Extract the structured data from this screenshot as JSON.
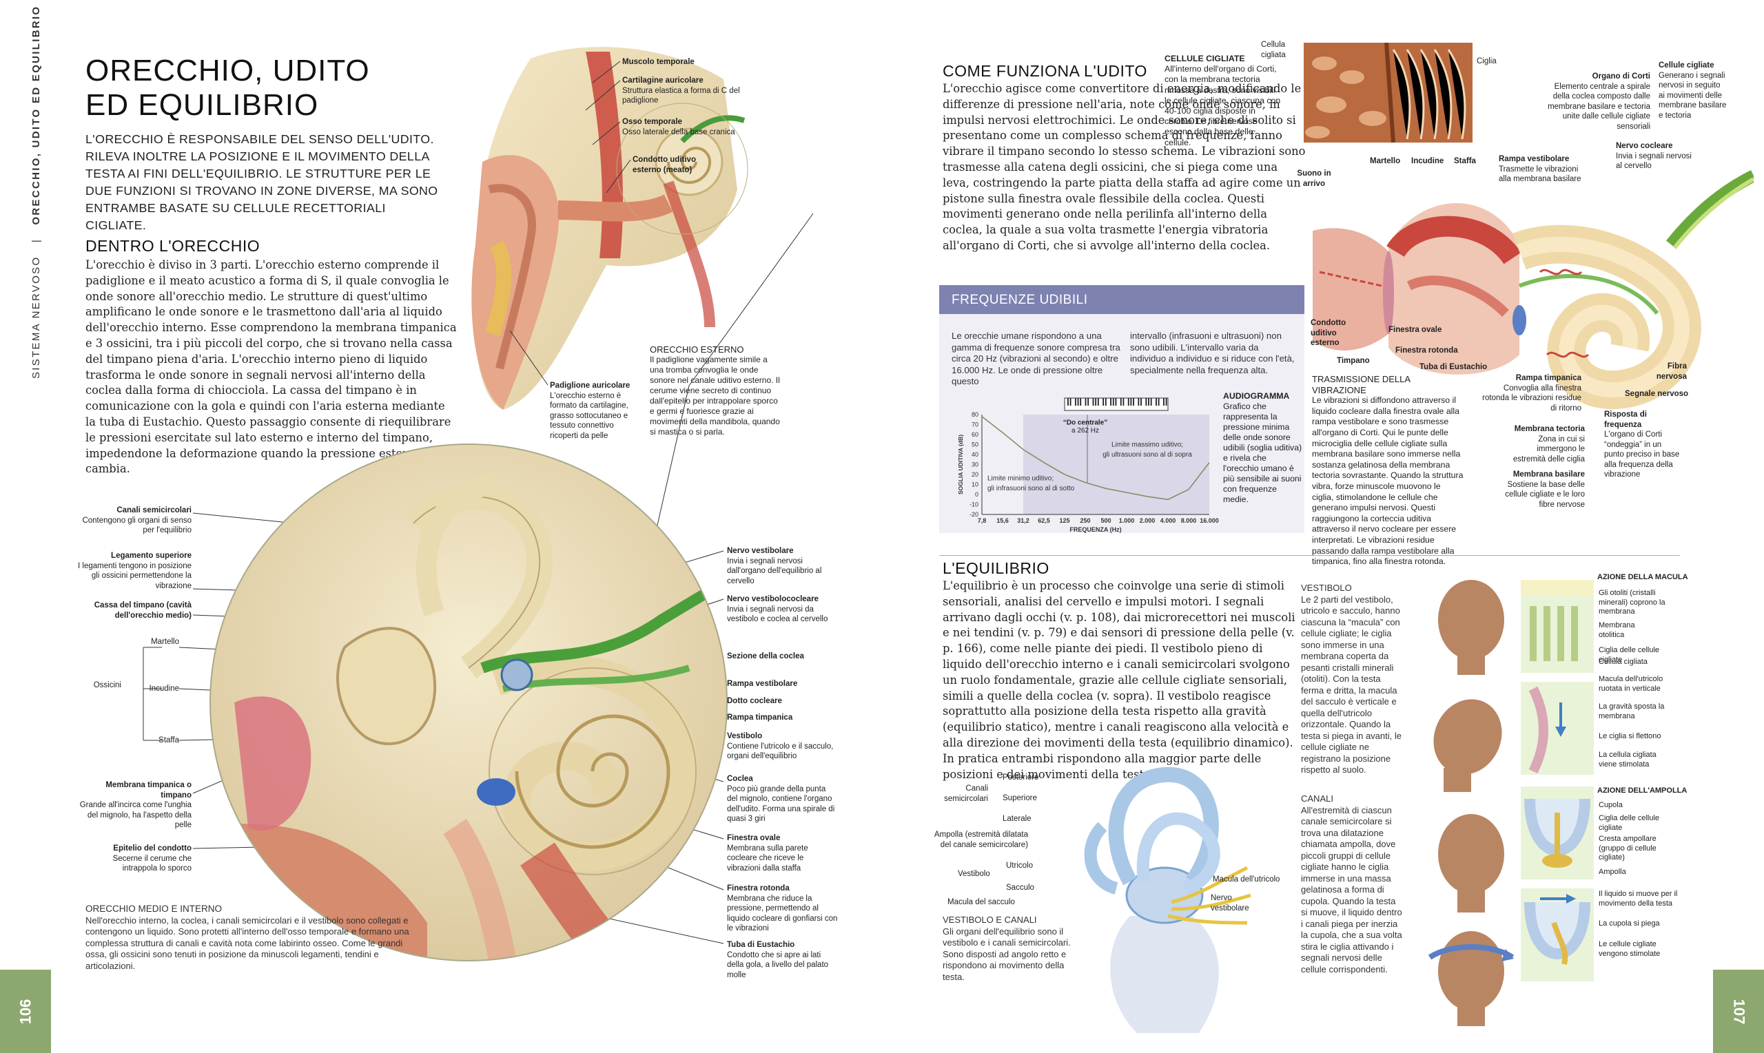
{
  "spine": {
    "section": "SISTEMA NERVOSO",
    "chapter": "ORECCHIO, UDITO ED EQUILIBRIO",
    "separator": "|"
  },
  "page_left": "106",
  "page_right": "107",
  "title": {
    "line1": "ORECCHIO, UDITO",
    "line2": "ED EQUILIBRIO"
  },
  "lead": "L'ORECCHIO È RESPONSABILE DEL SENSO DELL'UDITO. RILEVA INOLTRE LA POSIZIONE E IL MOVIMENTO DELLA TESTA AI FINI DELL'EQUILIBRIO. LE STRUTTURE PER LE DUE FUNZIONI SI TROVANO IN ZONE DIVERSE, MA SONO ENTRAMBE BASATE SU CELLULE RECETTORIALI CIGLIATE.",
  "inner": {
    "heading": "DENTRO L'ORECCHIO",
    "text": "L'orecchio è diviso in 3 parti. L'orecchio esterno comprende il padiglione e il meato acustico a forma di S, il quale convoglia le onde sonore all'orecchio medio. Le strutture di quest'ultimo amplificano le onde sonore e le trasmettono dall'aria al liquido dell'orecchio interno. Esse comprendono la membrana timpanica e 3 ossicini, tra i più piccoli del corpo, che si trovano nella cassa del timpano piena d'aria. L'orecchio interno pieno di liquido trasforma le onde sonore in segnali nervosi all'interno della coclea dalla forma di chiocciola. La cassa del timpano è in comunicazione con la gola e quindi con l'aria esterna mediante la tuba di Eustachio. Questo passaggio consente di riequilibrare le pressioni esercitate sul lato esterno e interno del timpano, impedendone la deformazione quando la pressione esterna cambia."
  },
  "ear_labels": {
    "muscolo": {
      "t": "Muscolo temporale"
    },
    "cartilagine": {
      "t": "Cartilagine auricolare",
      "d": "Struttura elastica a forma di C del padiglione"
    },
    "osso": {
      "t": "Osso temporale",
      "d": "Osso laterale della base cranica"
    },
    "condotto": {
      "t": "Condotto uditivo esterno (meato)"
    },
    "padiglione": {
      "t": "Padiglione auricolare",
      "d": "L'orecchio esterno è formato da cartilagine, grasso sottocutaneo e tessuto connettivo ricoperti da pelle"
    },
    "esterno": {
      "t": "ORECCHIO ESTERNO",
      "d": "Il padiglione vagamente simile a una tromba convoglia le onde sonore nel canale uditivo esterno. Il cerume viene secreto di continuo dall'epitelio per intrappolare sporco e germi e fuoriesce grazie ai movimenti della mandibola, quando si mastica o si parla."
    }
  },
  "circle_left": {
    "canali": {
      "t": "Canali semicircolari",
      "d": "Contengono gli organi di senso per l'equilibrio"
    },
    "legamento": {
      "t": "Legamento superiore",
      "d": "I legamenti tengono in posizione gli ossicini permettendone la vibrazione"
    },
    "cassa": {
      "t": "Cassa del timpano (cavità dell'orecchio medio)"
    },
    "martello": "Martello",
    "ossicini": "Ossicini",
    "incudine": "Incudine",
    "staffa": "Staffa",
    "membrana": {
      "t": "Membrana timpanica o timpano",
      "d": "Grande all'incirca come l'unghia del mignolo, ha l'aspetto della pelle"
    },
    "epitelio": {
      "t": "Epitelio del condotto",
      "d": "Secerne il cerume che intrappola lo sporco"
    }
  },
  "circle_right": {
    "nervo_vest": {
      "t": "Nervo vestibolare",
      "d": "Invia i segnali nervosi dall'organo dell'equilibrio al cervello"
    },
    "nervo_vc": {
      "t": "Nervo vestibolococleare",
      "d": "Invia i segnali nervosi da vestibolo e coclea al cervello"
    },
    "sezione": {
      "t": "Sezione della coclea"
    },
    "rampa_v": {
      "t": "Rampa vestibolare"
    },
    "dotto": {
      "t": "Dotto cocleare"
    },
    "rampa_t": {
      "t": "Rampa timpanica"
    },
    "vestibolo": {
      "t": "Vestibolo",
      "d": "Contiene l'utricolo e il sacculo, organi dell'equilibrio"
    },
    "coclea": {
      "t": "Coclea",
      "d": "Poco più grande della punta del mignolo, contiene l'organo dell'udito. Forma una spirale di quasi 3 giri"
    },
    "finestra_o": {
      "t": "Finestra ovale",
      "d": "Membrana sulla parete cocleare che riceve le vibrazioni dalla staffa"
    },
    "finestra_r": {
      "t": "Finestra rotonda",
      "d": "Membrana che riduce la pressione, permettendo al liquido cocleare di gonfiarsi con le vibrazioni"
    },
    "tuba": {
      "t": "Tuba di Eustachio",
      "d": "Condotto che si apre ai lati della gola, a livello del palato molle"
    }
  },
  "middle": {
    "heading": "ORECCHIO MEDIO E INTERNO",
    "text": "Nell'orecchio interno, la coclea, i canali semicircolari e il vestibolo sono collegati e contengono un liquido. Sono protetti all'interno dell'osso temporale e formano una complessa struttura di canali e cavità nota come labirinto osseo. Come le grandi ossa, gli ossicini sono tenuti in posizione da minuscoli legamenti, tendini e articolazioni."
  },
  "hearing": {
    "heading": "COME FUNZIONA L'UDITO",
    "text": "L'orecchio agisce come convertitore di energia, modificando le differenze di pressione nell'aria, note come onde sonore, in impulsi nervosi elettrochimici. Le onde sonore, che di solito si presentano come un complesso schema di frequenze, fanno vibrare il timpano secondo lo stesso schema. Le vibrazioni sono trasmesse alla catena degli ossicini, che si piega come una leva, costringendo la parte piatta della staffa ad agire come un pistone sulla finestra ovale flessibile della coclea. Questi movimenti generano onde nella perilinfa all'interno della coclea, la quale a sua volta trasmette l'energia vibratoria all'organo di Corti, che si avvolge all'interno della coclea."
  },
  "cilia": {
    "heading": "CELLULE CIGLIATE",
    "text": "All'interno dell'organo di Corti, con la membrana tectoria rimossa a destra, sono visibili le cellule cigliate, ciascuna con 40-100 ciglia disposte in cerchio. Le fibre nervose escono dalla base delle cellule.",
    "label_cell": "Cellula cigliata",
    "label_ciglia": "Ciglia"
  },
  "freq": {
    "heading": "FREQUENZE UDIBILI",
    "text1": "Le orecchie umane rispondono a una gamma di frequenze sonore compresa tra circa 20 Hz (vibrazioni al secondo) e oltre 16.000 Hz. Le onde di pressione oltre questo",
    "text2": "intervallo (infrasuoni e ultrasuoni) non sono udibili. L'intervallo varia da individuo a individuo e si riduce con l'età, specialmente nella frequenza alta.",
    "audio_h": "AUDIOGRAMMA",
    "audio_t": "Grafico che rappresenta la pressione minima delle onde sonore udibili (soglia uditiva) e rivela che l'orecchio umano è più sensibile ai suoni con frequenze medie.",
    "do_label": "“Do centrale”",
    "do_value": "a 262 Hz",
    "limit_min": "Limite minimo uditivo; gli infrasuoni sono al di sotto",
    "limit_max": "Limite massimo uditivo; gli ultrasuoni sono al di sopra"
  },
  "chart_data": {
    "type": "line",
    "title": "",
    "xlabel": "FREQUENZA (Hz)",
    "ylabel": "SOGLIA UDITIVA (dB)",
    "x_ticks": [
      "7,8",
      "15,6",
      "31,2",
      "62,5",
      "125",
      "250",
      "500",
      "1.000",
      "2.000",
      "4.000",
      "8.000",
      "16.000"
    ],
    "y_ticks": [
      "80",
      "70",
      "60",
      "50",
      "40",
      "30",
      "20",
      "10",
      "0",
      "-10",
      "-20"
    ],
    "ylim": [
      -20,
      80
    ],
    "series": [
      {
        "values": [
          78,
          62,
          45,
          32,
          20,
          12,
          6,
          2,
          -2,
          -5,
          5,
          32
        ]
      }
    ]
  },
  "cochlea": {
    "suono": "Suono in arrivo",
    "martello": "Martello",
    "incudine": "Incudine",
    "staffa": "Staffa",
    "rampa_v": {
      "t": "Rampa vestibolare",
      "d": "Trasmette le vibrazioni alla membrana basilare"
    },
    "organo": {
      "t": "Organo di Corti",
      "d": "Elemento centrale a spirale della coclea composto dalle membrane basilare e tectoria unite dalle cellule cigliate sensoriali"
    },
    "cellule": {
      "t": "Cellule cigliate",
      "d": "Generano i segnali nervosi in seguito ai movimenti delle membrane basilare e tectoria"
    },
    "nervo": {
      "t": "Nervo cocleare",
      "d": "Invia i segnali nervosi al cervello"
    },
    "condotto": "Condotto uditivo esterno",
    "timpano": "Timpano",
    "finestra_o": "Finestra ovale",
    "finestra_r": "Finestra rotonda",
    "tuba": "Tuba di Eustachio",
    "rampa_t": {
      "t": "Rampa timpanica",
      "d": "Convoglia alla finestra rotonda le vibrazioni residue di ritorno"
    },
    "membrana_t": {
      "t": "Membrana tectoria",
      "d": "Zona in cui si immergono le estremità delle ciglia"
    },
    "membrana_b": {
      "t": "Membrana basilare",
      "d": "Sostiene la base delle cellule cigliate e le loro fibre nervose"
    },
    "risposta": {
      "t": "Risposta di frequenza",
      "d": "L'organo di Corti “ondeggia” in un punto preciso in base alla frequenza della vibrazione"
    },
    "fibra": "Fibra nervosa",
    "segnale": "Segnale nervoso"
  },
  "transmission": {
    "heading": "TRASMISSIONE DELLA VIBRAZIONE",
    "text": "Le vibrazioni si diffondono attraverso il liquido cocleare dalla finestra ovale alla rampa vestibolare e sono trasmesse all'organo di Corti. Qui le punte delle microciglia delle cellule cigliate sulla membrana basilare sono immerse nella sostanza gelatinosa della membrana tectoria sovrastante. Quando la struttura vibra, forze minuscole muovono le ciglia, stimolandone le cellule che generano impulsi nervosi. Questi raggiungono la corteccia uditiva attraverso il nervo cocleare per essere interpretati. Le vibrazioni residue passando dalla rampa vestibolare alla timpanica, fino alla finestra rotonda."
  },
  "balance": {
    "heading": "L'EQUILIBRIO",
    "text": "L'equilibrio è un processo che coinvolge una serie di stimoli sensoriali, analisi del cervello e impulsi motori. I segnali arrivano dagli occhi (v. p. 108), dai microrecettori nei muscoli e nei tendini (v. p. 79) e dai sensori di pressione della pelle (v. p. 166), come nelle piante dei piedi. Il vestibolo pieno di liquido dell'orecchio interno e i canali semicircolari svolgono un ruolo fondamentale, grazie alle cellule cigliate sensoriali, simili a quelle della coclea (v. sopra). Il vestibolo reagisce soprattutto alla posizione della testa rispetto alla gravità (equilibrio statico), mentre i canali reagiscono alla velocità e alla direzione dei movimenti della testa (equilibrio dinamico). In pratica entrambi rispondono alla maggior parte delle posizioni e dei movimenti della testa."
  },
  "vest_labels": {
    "canali": "Canali semicircolari",
    "posteriore": "Posteriore",
    "superiore": "Superiore",
    "laterale": "Laterale",
    "ampolla": "Ampolla (estremità dilatata del canale semicircolare)",
    "utricolo": "Utricolo",
    "vestibolo": "Vestibolo",
    "sacculo": "Sacculo",
    "macula_s": "Macula del sacculo",
    "macula_u": "Macula dell'utricolo",
    "nervo": "Nervo vestibolare"
  },
  "vest_caption": {
    "heading": "VESTIBOLO E CANALI",
    "text": "Gli organi dell'equilibrio sono il vestibolo e i canali semicircolari. Sono disposti ad angolo retto e rispondono ai movimento della testa."
  },
  "vestibolo": {
    "heading": "VESTIBOLO",
    "text": "Le 2 parti del vestibolo, utricolo e sacculo, hanno ciascuna la “macula” con cellule cigliate; le ciglia sono immerse in una membrana coperta da pesanti cristalli minerali (otoliti). Con la testa ferma e dritta, la macula del sacculo è verticale e quella dell'utricolo orizzontale. Quando la testa si piega in avanti, le cellule cigliate ne registrano la posizione rispetto al suolo."
  },
  "canali": {
    "heading": "CANALI",
    "text": "All'estremità di ciascun canale semicircolare si trova una dilatazione chiamata ampolla, dove piccoli gruppi di cellule cigliate hanno le ciglia immerse in una massa gelatinosa a forma di cupola. Quando la testa si muove, il liquido dentro i canali piega per inerzia la cupola, che a sua volta stira le ciglia attivando i segnali nervosi delle cellule corrispondenti."
  },
  "macula": {
    "heading": "AZIONE DELLA MACULA",
    "otoliti": "Gli otoliti (cristalli minerali) coprono la membrana",
    "membrana": "Membrana otolitica",
    "ciglia": "Ciglia delle cellule cigliate",
    "cellula": "Cellula cigliata",
    "macula_u": "Macula dell'utricolo ruotata in verticale",
    "gravita": "La gravità sposta la membrana",
    "flettono": "Le ciglia si flettono",
    "stimolata": "La cellula cigliata viene stimolata"
  },
  "ampolla": {
    "heading": "AZIONE DELL'AMPOLLA",
    "cupola": "Cupola",
    "ciglia": "Ciglia delle cellule cigliate",
    "cresta": "Cresta ampollare (gruppo di cellule cigliate)",
    "ampolla": "Ampolla",
    "liquido": "Il liquido si muove per il movimento della testa",
    "piega": "La cupola si piega",
    "stimolate": "Le cellule cigliate vengono stimolate"
  }
}
